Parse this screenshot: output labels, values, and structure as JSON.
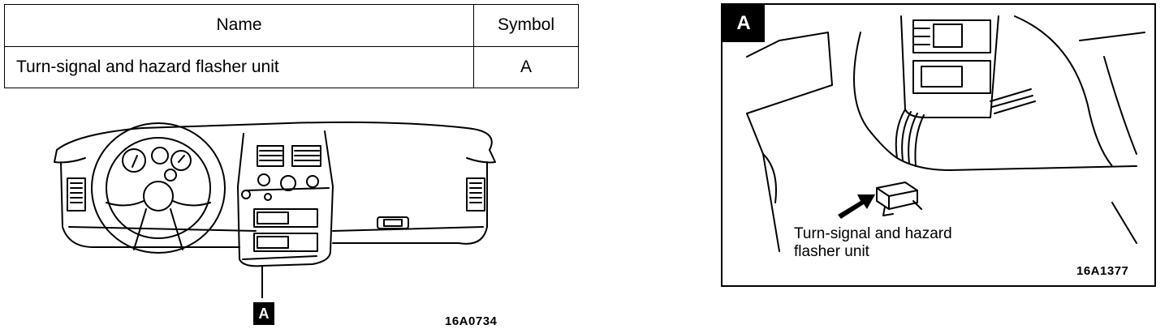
{
  "table": {
    "headers": {
      "name": "Name",
      "symbol": "Symbol"
    },
    "rows": [
      {
        "name": "Turn-signal and hazard flasher unit",
        "symbol": "A"
      }
    ]
  },
  "dashboard_view": {
    "callout_tag": "A",
    "figure_code": "16A0734"
  },
  "detail_view": {
    "corner_tag": "A",
    "label_line1": "Turn-signal and hazard",
    "label_line2": "flasher unit",
    "figure_code": "16A1377"
  }
}
